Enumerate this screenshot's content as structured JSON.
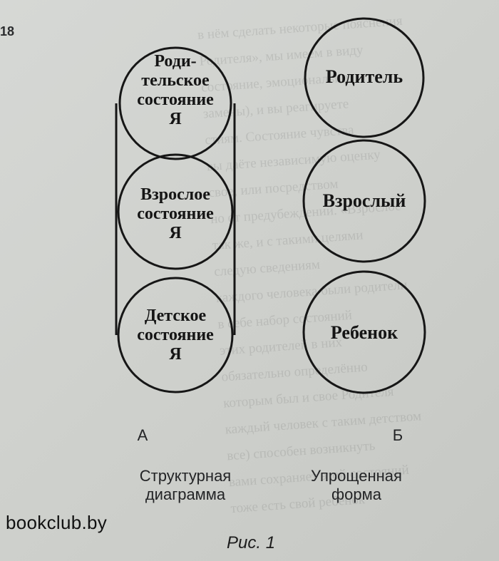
{
  "page_number": "18",
  "bleed_lines": [
    "в нём сделать некоторые пояснения",
    "Родителя», мы имеем в виду",
    "состояние, эмоционально",
    "замены), и вы реагируете",
    "стиям. Состояние чувства",
    "вы даёте независимую оценку",
    "свое, или посредством",
    "но от предубеждений. «Взрослое",
    "так же, и с такими целями",
    "следую сведениям",
    "каждого человека были родители",
    "в себе набор состояний",
    "этих родителей в них",
    "обязательно определённо",
    "которым был и свое Родителя",
    "каждый человек с таким детством",
    "все) способен возникнуть",
    "вами сохраняет этой состояний",
    "тоже есть свой ребёнок"
  ],
  "diagram_a": {
    "circles": [
      {
        "lines": [
          "Роди-",
          "тельское",
          "состояние",
          "Я"
        ]
      },
      {
        "lines": [
          "Взрослое",
          "состояние",
          "Я"
        ]
      },
      {
        "lines": [
          "Детское",
          "состояние",
          "Я"
        ]
      }
    ],
    "letter": "А",
    "caption": [
      "Структурная",
      "диаграмма"
    ]
  },
  "diagram_b": {
    "circles": [
      {
        "lines": [
          "Родитель"
        ]
      },
      {
        "lines": [
          "Взрослый"
        ]
      },
      {
        "lines": [
          "Ребенок"
        ]
      }
    ],
    "letter": "Б",
    "caption": [
      "Упрощенная",
      "форма"
    ]
  },
  "figure_caption": "Рис. 1",
  "watermark": "bookclub.by"
}
